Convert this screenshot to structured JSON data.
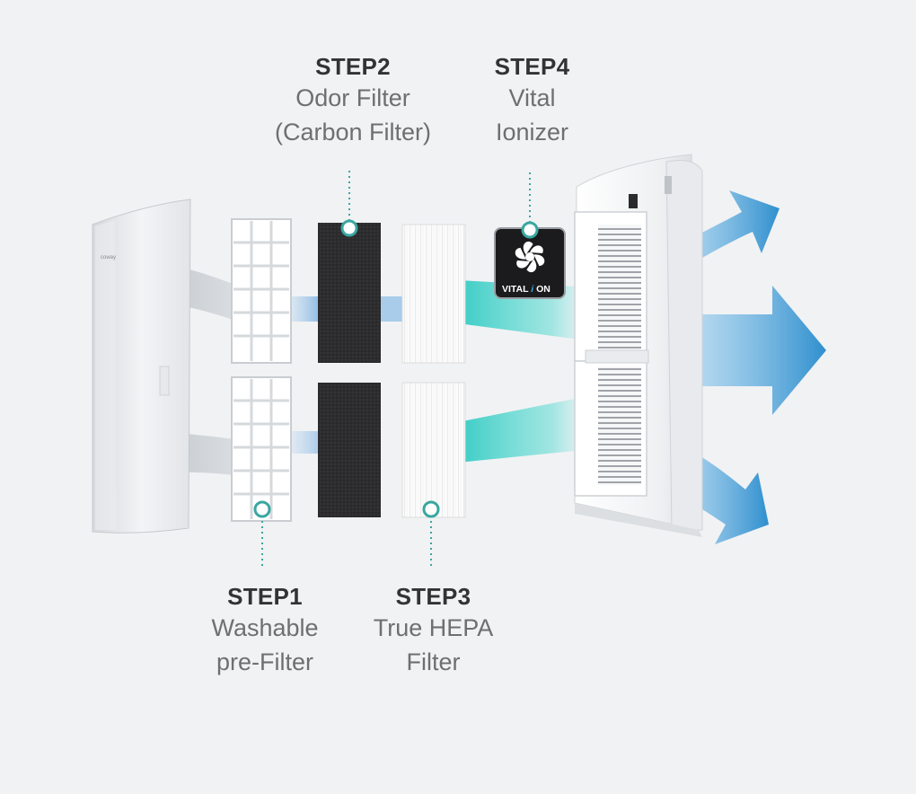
{
  "steps": {
    "step1": {
      "title": "STEP1",
      "line1": "Washable",
      "line2": "pre-Filter"
    },
    "step2": {
      "title": "STEP2",
      "line1": "Odor Filter",
      "line2": "(Carbon Filter)"
    },
    "step3": {
      "title": "STEP3",
      "line1": "True HEPA",
      "line2": "Filter"
    },
    "step4": {
      "title": "STEP4",
      "line1": "Vital",
      "line2": "Ionizer"
    }
  },
  "badge": {
    "text_a": "VITAL",
    "text_b": "i",
    "text_c": "ON"
  },
  "brand_mark": "coway",
  "colors": {
    "background": "#f1f2f4",
    "accent_teal": "#3aa7a0",
    "airflow_blue": "#2f8fce",
    "airflow_teal": "#35d0c8"
  }
}
